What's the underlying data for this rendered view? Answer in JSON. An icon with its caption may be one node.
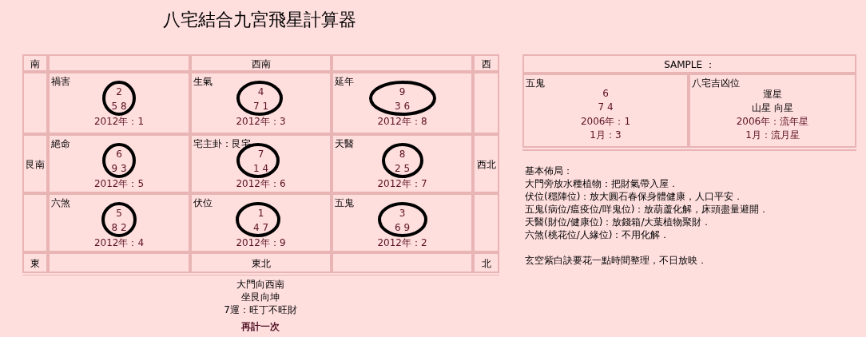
{
  "diagram": {
    "title": "八宅結合九宮飛星計算器",
    "nodes": [
      {
        "text": [
          "南"
        ]
      },
      {
        "text": [],
        "shape": "box"
      },
      {
        "text": [
          "西南"
        ]
      },
      {
        "text": [],
        "shape": "box"
      },
      {
        "text": [
          "西"
        ]
      },
      {
        "text": [],
        "shape": "box"
      },
      {
        "text": [
          "禍害",
          "2",
          "5 8",
          "2012年：1"
        ]
      },
      {
        "text": [
          "生氣",
          "4",
          "7 1",
          "2012年：3"
        ]
      },
      {
        "text": [
          "延年",
          "9",
          "3 6",
          "2012年：8"
        ]
      },
      {
        "text": [],
        "shape": "box"
      },
      {
        "text": [
          "艮南"
        ]
      },
      {
        "text": [
          "絕命",
          "6",
          "9 3",
          "2012年：5"
        ]
      },
      {
        "text": [
          "宅主卦：艮宅",
          "7",
          "1 4",
          "2012年：6"
        ]
      },
      {
        "text": [
          "天醫",
          "8",
          "2 5",
          "2012年：7"
        ]
      },
      {
        "text": [
          "西北"
        ]
      },
      {
        "text": [],
        "shape": "box"
      },
      {
        "text": [
          "六煞",
          "5",
          "8 2",
          "2012年：4"
        ]
      },
      {
        "text": [
          "伏位",
          "1",
          "4 7",
          "2012年：9"
        ]
      },
      {
        "text": [
          "五鬼",
          "3",
          "6 9",
          "2012年：2"
        ]
      },
      {
        "text": [],
        "shape": "box"
      },
      {
        "text": [
          "東"
        ]
      },
      {
        "text": [],
        "shape": "box"
      },
      {
        "text": [
          "東北"
        ]
      },
      {
        "text": [],
        "shape": "box"
      },
      {
        "text": [
          "北"
        ]
      },
      {
        "text": [
          "SAMPLE ："
        ]
      },
      {
        "text": [
          "五鬼",
          "6",
          "7 4",
          "2006年：1",
          "1月：3"
        ]
      },
      {
        "text": [
          "八宅吉凶位",
          "運星",
          "山星 向星",
          "2006年：流年星",
          "1月：流月星"
        ]
      }
    ],
    "labels": [
      "大門向西南",
      "坐艮向坤",
      "7運：旺丁不旺財",
      "再計一次",
      "基本佈局：",
      "大門旁放水種植物：把財氣帶入屋．",
      "伏位(穩陣位)：放大圓石春保身體健康，人口平安．",
      "五鬼(病位/瘟疫位/咩鬼位)：放葫蘆化解，床頭盡量避開．",
      "天醫(財位/健康位)：放錢箱/大葉植物聚財．",
      "六煞(桃花位/人緣位)：不用化解．",
      "玄空紫白訣要花一點時間整理，不日放映．"
    ]
  }
}
